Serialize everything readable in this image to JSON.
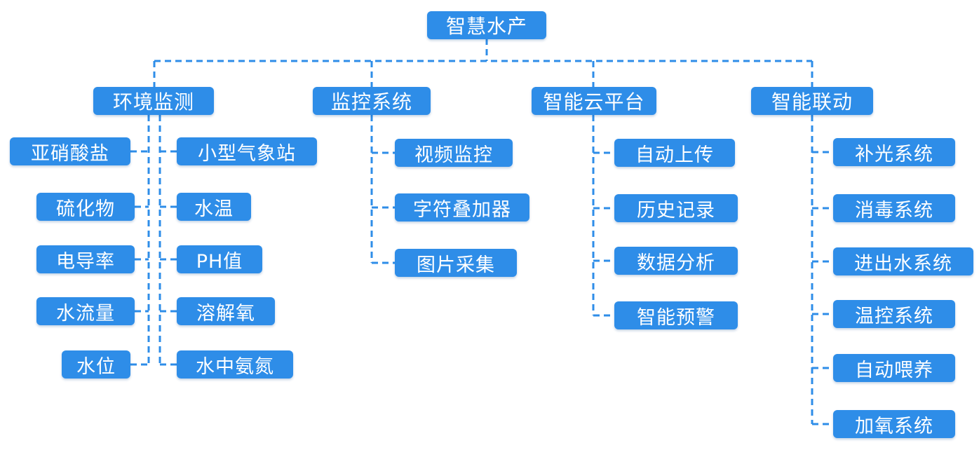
{
  "diagram": {
    "root": "智慧水产",
    "categories": [
      {
        "label": "环境监测",
        "left_items": [
          "亚硝酸盐",
          "硫化物",
          "电导率",
          "水流量",
          "水位"
        ],
        "right_items": [
          "小型气象站",
          "水温",
          "PH值",
          "溶解氧",
          "水中氨氮"
        ]
      },
      {
        "label": "监控系统",
        "items": [
          "视频监控",
          "字符叠加器",
          "图片采集"
        ]
      },
      {
        "label": "智能云平台",
        "items": [
          "自动上传",
          "历史记录",
          "数据分析",
          "智能预警"
        ]
      },
      {
        "label": "智能联动",
        "items": [
          "补光系统",
          "消毒系统",
          "进出水系统",
          "温控系统",
          "自动喂养",
          "加氧系统"
        ]
      }
    ]
  },
  "colors": {
    "node_fill": "#2e8de8",
    "node_text": "#ffffff",
    "connector": "#2e8de8"
  }
}
